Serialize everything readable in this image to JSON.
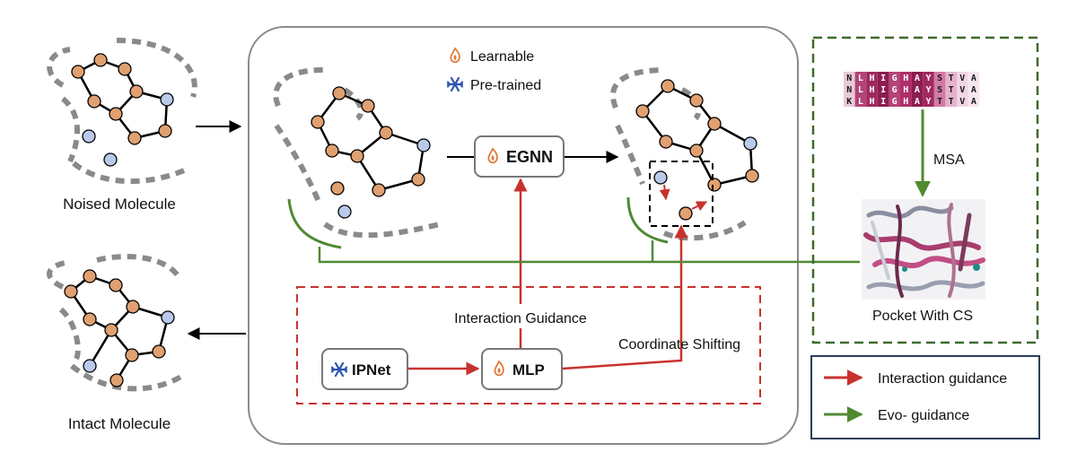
{
  "labels": {
    "noised_molecule": "Noised Molecule",
    "intact_molecule": "Intact Molecule",
    "learnable": "Learnable",
    "pretrained": "Pre-trained",
    "egnn": "EGNN",
    "mlp": "MLP",
    "ipnet": "IPNet",
    "interaction_guidance": "Interaction Guidance",
    "coordinate_shifting": "Coordinate Shifting",
    "msa": "MSA",
    "pocket_with_cs": "Pocket With CS"
  },
  "legend": {
    "interaction": "Interaction guidance",
    "evo": "Evo- guidance"
  },
  "msa_rows": [
    "NLHIGHAYSTVA",
    "NLHIGHAYSTVA",
    "KLHIGHAYTTVA"
  ],
  "colors": {
    "node_orange": "#e0a070",
    "node_blue": "#b9c9ea",
    "pocket_gray": "#8a8a8a",
    "red": "#c8322d",
    "green": "#4f8a32",
    "dark_green": "#3f6a2e",
    "flame": "#e07a3a",
    "snowflake": "#2f55b0"
  },
  "icons": {
    "learnable": "flame-icon",
    "pretrained": "snowflake-icon"
  }
}
